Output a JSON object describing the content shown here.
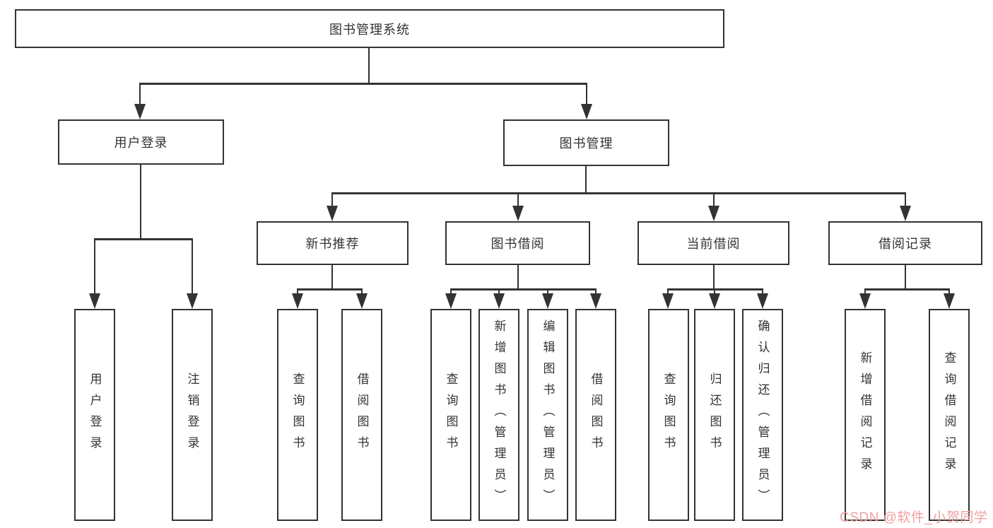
{
  "diagram": {
    "colors": {
      "line": "#333333",
      "text": "#333333",
      "box_bg": "#ffffff",
      "watermark": "#f0a0a0"
    },
    "nodes": {
      "root": "图书管理系统",
      "user_login": "用户登录",
      "book_mgmt": "图书管理",
      "new_book_rec": "新书推荐",
      "book_borrow": "图书借阅",
      "current_borrow": "当前借阅",
      "borrow_records": "借阅记录",
      "leaf_user_login": "用户登录",
      "leaf_logout": "注销登录",
      "leaf_nb_query": "查询图书",
      "leaf_nb_borrow": "借阅图书",
      "leaf_bb_query": "查询图书",
      "leaf_bb_add": "新增图书（管理员）",
      "leaf_bb_edit": "编辑图书（管理员）",
      "leaf_bb_borrow": "借阅图书",
      "leaf_cb_query": "查询图书",
      "leaf_cb_return": "归还图书",
      "leaf_cb_confirm": "确认归还（管理员）",
      "leaf_br_add": "新增借阅记录",
      "leaf_br_query": "查询借阅记录"
    },
    "watermark": "CSDN @软件_小贺同学"
  }
}
